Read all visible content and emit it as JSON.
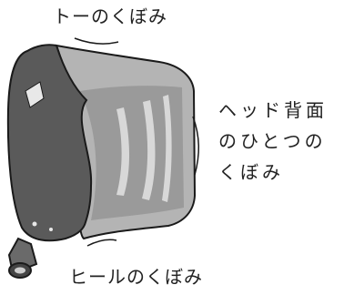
{
  "labels": {
    "toe": "トーのくぼみ",
    "heel": "ヒールのくぼみ",
    "back_line1": "ヘッド背面",
    "back_line2": "のひとつの",
    "back_line3": "くぼみ"
  },
  "colors": {
    "crown_dark": "#5a5a5a",
    "body_mid": "#8c8c8c",
    "body_light": "#b4b4b4",
    "highlight": "#d8d8d8",
    "outline": "#1a1a1a"
  }
}
